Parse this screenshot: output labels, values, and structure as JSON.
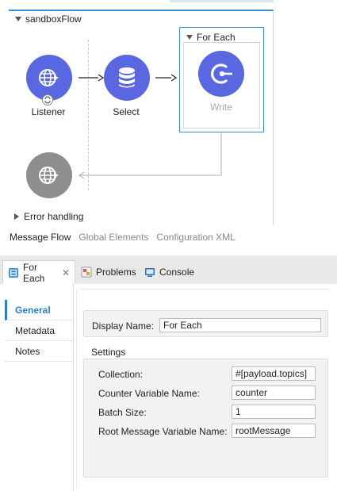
{
  "flow": {
    "title": "sandboxFlow",
    "nodes": {
      "listener": {
        "label": "Listener",
        "icon": "globe-arrow-icon"
      },
      "select": {
        "label": "Select",
        "icon": "database-icon"
      },
      "write": {
        "label": "Write",
        "icon": "connector-c-icon"
      },
      "response": {
        "icon": "globe-arrow-icon"
      }
    },
    "for_each_label": "For Each",
    "error_handling": "Error handling"
  },
  "canvas_tabs": [
    "Message Flow",
    "Global Elements",
    "Configuration XML"
  ],
  "panel_tabs": {
    "active": "For Each",
    "problems": "Problems",
    "console": "Console"
  },
  "side_nav": [
    "General",
    "Metadata",
    "Notes"
  ],
  "form": {
    "display_name_label": "Display Name:",
    "display_name_value": "For Each",
    "settings_title": "Settings",
    "collection_label": "Collection:",
    "collection_value": "#[payload.topics]",
    "counter_label": "Counter Variable Name:",
    "counter_value": "counter",
    "batch_label": "Batch Size:",
    "batch_value": "1",
    "root_label": "Root Message Variable Name:",
    "root_value": "rootMessage"
  },
  "colors": {
    "accent": "#3b8fd6",
    "node_blue": "#5967e0",
    "node_gray": "#8e8e8e"
  }
}
